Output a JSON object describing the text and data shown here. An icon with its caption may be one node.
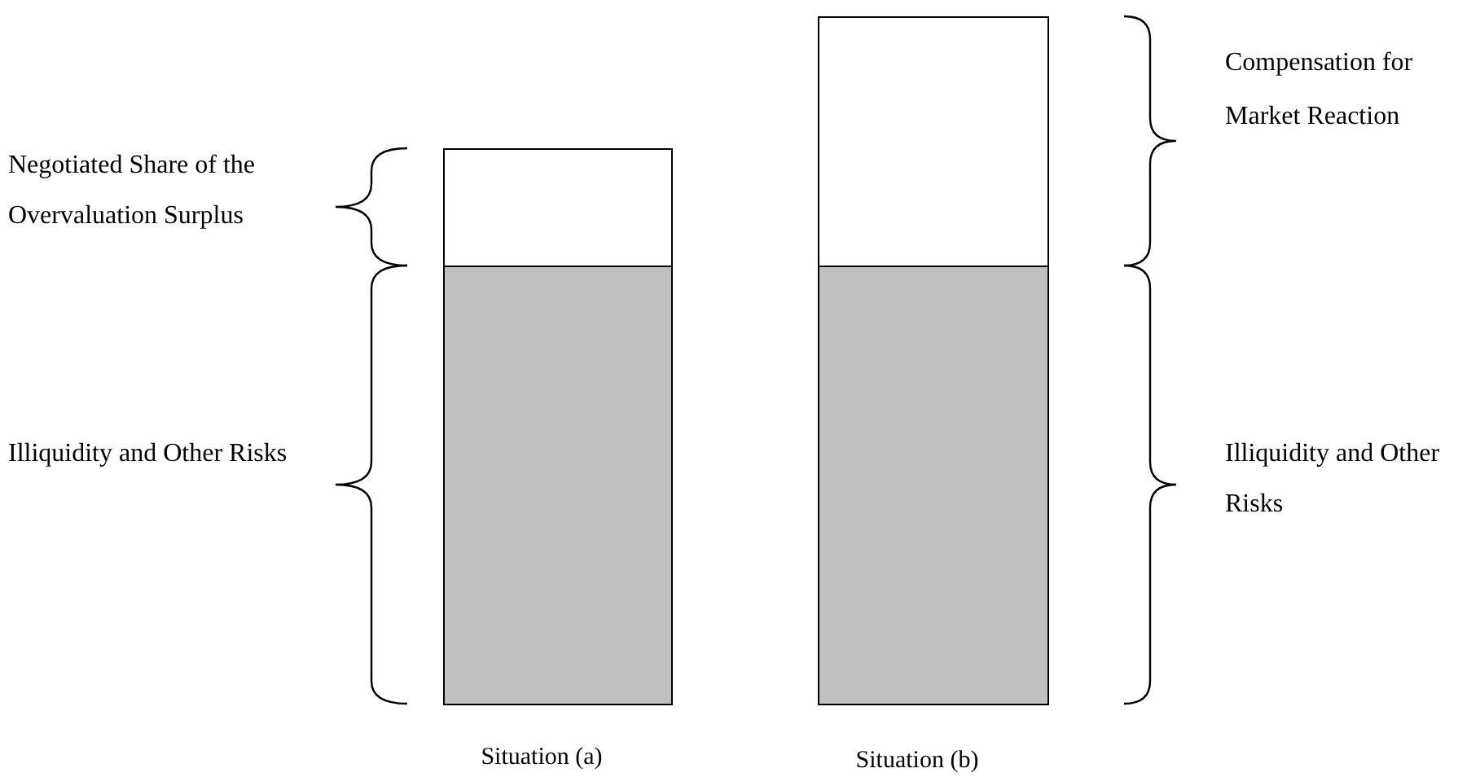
{
  "diagram": {
    "nodes": [
      {
        "text": [],
        "shape": "bar",
        "beside": [
          "Situation (a)"
        ]
      },
      {
        "text": [],
        "shape": "box",
        "in": 0
      },
      {
        "text": [],
        "shape": "box",
        "in": 0
      },
      {
        "text": [],
        "shape": "bar",
        "beside": [
          "Situation (b)"
        ]
      },
      {
        "text": [],
        "shape": "box",
        "in": 3
      },
      {
        "text": [],
        "shape": "box",
        "in": 3
      }
    ],
    "labels": [
      "Negotiated Share of the Overvaluation Surplus",
      "Illiquidity and Other Risks",
      "Compensation for Market Reaction",
      "Illiquidity and Other Risks"
    ]
  }
}
